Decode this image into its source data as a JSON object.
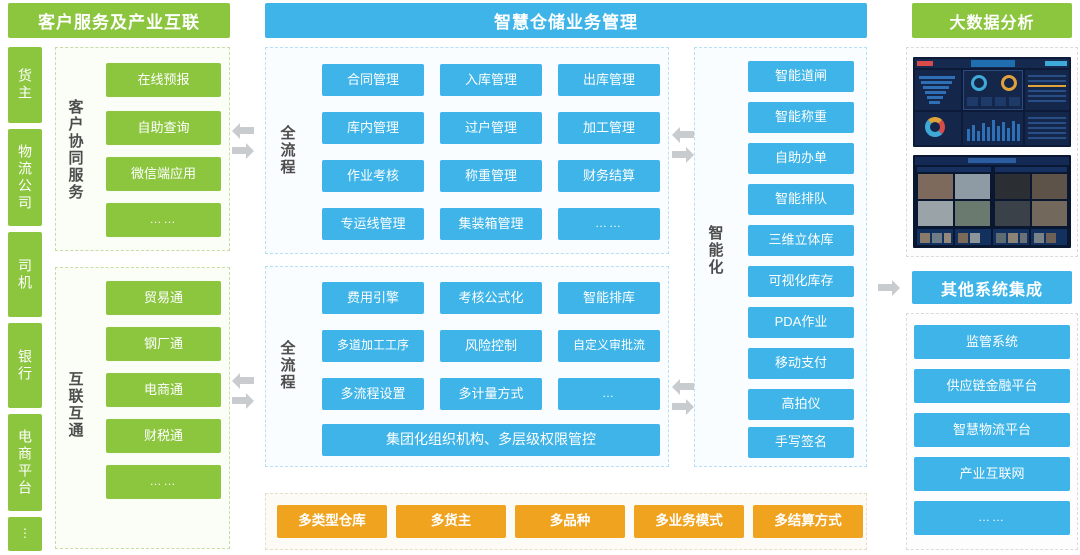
{
  "columns": {
    "left": {
      "header": "客户服务及产业互联",
      "actors": [
        "货主",
        "物流公司",
        "司机",
        "银行",
        "电商平台",
        "⋮"
      ],
      "groups": [
        {
          "vertical_label": "客户协同服务",
          "items": [
            "在线预报",
            "自助查询",
            "微信端应用",
            "……"
          ]
        },
        {
          "vertical_label": "互联互通",
          "items": [
            "贸易通",
            "钢厂通",
            "电商通",
            "财税通",
            "……"
          ]
        }
      ]
    },
    "center": {
      "header": "智慧仓储业务管理",
      "groups": [
        {
          "vertical_label": "全流程",
          "rows": [
            [
              "合同管理",
              "入库管理",
              "出库管理"
            ],
            [
              "库内管理",
              "过户管理",
              "加工管理"
            ],
            [
              "作业考核",
              "称重管理",
              "财务结算"
            ],
            [
              "专运线管理",
              "集装箱管理",
              "……"
            ]
          ],
          "wide_item": ""
        },
        {
          "vertical_label": "全流程",
          "rows": [
            [
              "费用引擎",
              "考核公式化",
              "智能排库"
            ],
            [
              "多道加工工序",
              "风险控制",
              "自定义审批流"
            ],
            [
              "多流程设置",
              "多计量方式",
              "…"
            ]
          ],
          "wide_item": "集团化组织机构、多层级权限管控"
        }
      ],
      "intelligent": {
        "vertical_label": "智能化",
        "items": [
          "智能道闸",
          "智能称重",
          "自助办单",
          "智能排队",
          "三维立体库",
          "可视化库存",
          "PDA作业",
          "移动支付",
          "高拍仪",
          "手写签名"
        ]
      },
      "bottom_tags": [
        "多类型仓库",
        "多货主",
        "多品种",
        "多业务模式",
        "多结算方式"
      ]
    },
    "right": {
      "top_header": "大数据分析",
      "thumbnails": [
        "bi-dashboard-thumbnail",
        "video-wall-thumbnail"
      ],
      "bottom_header": "其他系统集成",
      "items": [
        "监管系统",
        "供应链金融平台",
        "智慧物流平台",
        "产业互联网",
        "……"
      ]
    }
  },
  "icons": {
    "arrow_left": "arrow-left-icon",
    "arrow_right": "arrow-right-icon"
  },
  "colors": {
    "green": "#8cc63f",
    "blue": "#3eb4e8",
    "orange": "#f0a31e",
    "arrow_gray": "#c9ccce",
    "text_dark": "#4d4d4d"
  }
}
